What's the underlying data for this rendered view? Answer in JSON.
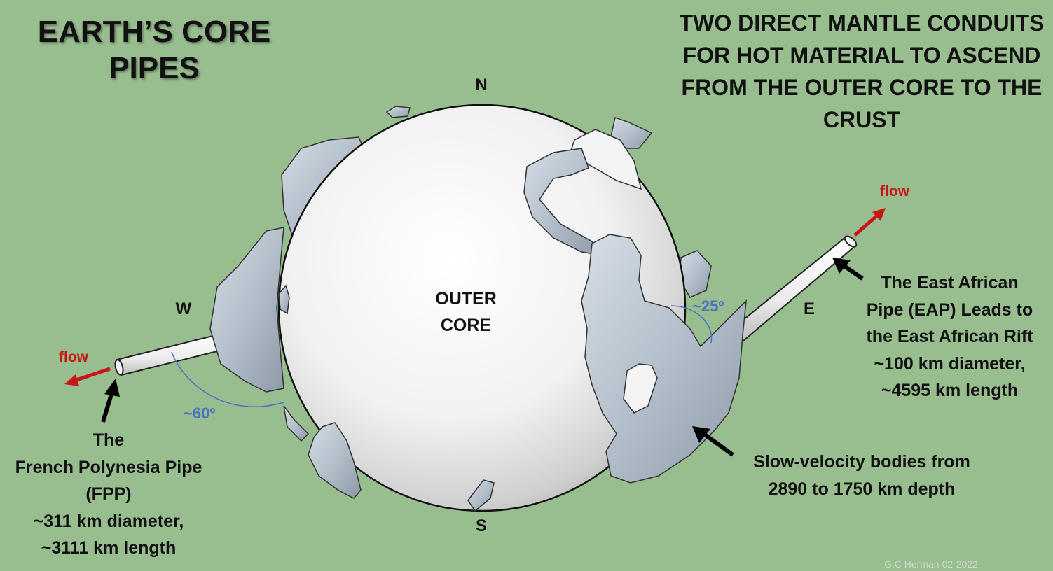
{
  "title": "EARTH’S CORE PIPES",
  "subtitle": "TWO DIRECT MANTLE CONDUITS FOR HOT MATERIAL TO ASCEND FROM THE OUTER CORE TO THE CRUST",
  "compass": {
    "north": "N",
    "south": "S",
    "west": "W",
    "east": "E"
  },
  "core_label": "OUTER CORE",
  "angles": {
    "west_pipe": "~60º",
    "east_pipe": "~25º"
  },
  "flow_label": "flow",
  "fpp": {
    "name_line1": "The",
    "name_line2": "French Polynesia Pipe",
    "abbr": "(FPP)",
    "diameter": "~311 km diameter,",
    "length": "~3111 km length"
  },
  "eap": {
    "line1": "The East African",
    "line2": "Pipe (EAP) Leads to",
    "line3": "the East African Rift",
    "diameter": "~100 km diameter,",
    "length": "~4595 km length"
  },
  "slow_bodies": {
    "line1": "Slow-velocity bodies from",
    "line2": "2890 to 1750 km depth"
  },
  "credit": "G.C Herman 02-2022",
  "colors": {
    "background": "#98bd8f",
    "core": "#ffffff",
    "blobs": "#b8c4d0",
    "flow_arrow": "#c81515",
    "angle_text": "#4a72c4"
  }
}
